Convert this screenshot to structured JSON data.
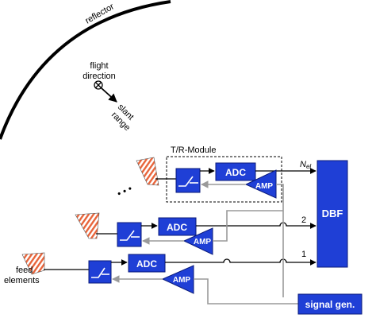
{
  "labels": {
    "reflector": "reflector",
    "flight_direction_line1": "flight",
    "flight_direction_line2": "direction",
    "slant_line1": "slant",
    "slant_line2": "range",
    "tr_module": "T/R-Module",
    "n_el_main": "N",
    "n_el_sub": "el",
    "channel_2": "2",
    "channel_1": "1",
    "feed_line1": "feed",
    "feed_line2": "elements",
    "ellipsis": "• • •"
  },
  "blocks": {
    "adc": "ADC",
    "amp": "AMP",
    "dbf": "DBF",
    "signal_gen": "signal gen."
  },
  "colors": {
    "block_fill": "#1f3fd6",
    "block_stroke": "#0a1a7a",
    "feedback_line": "#9a9a9a",
    "signal_line": "#000000",
    "feed_stripe": "#e8643a"
  }
}
